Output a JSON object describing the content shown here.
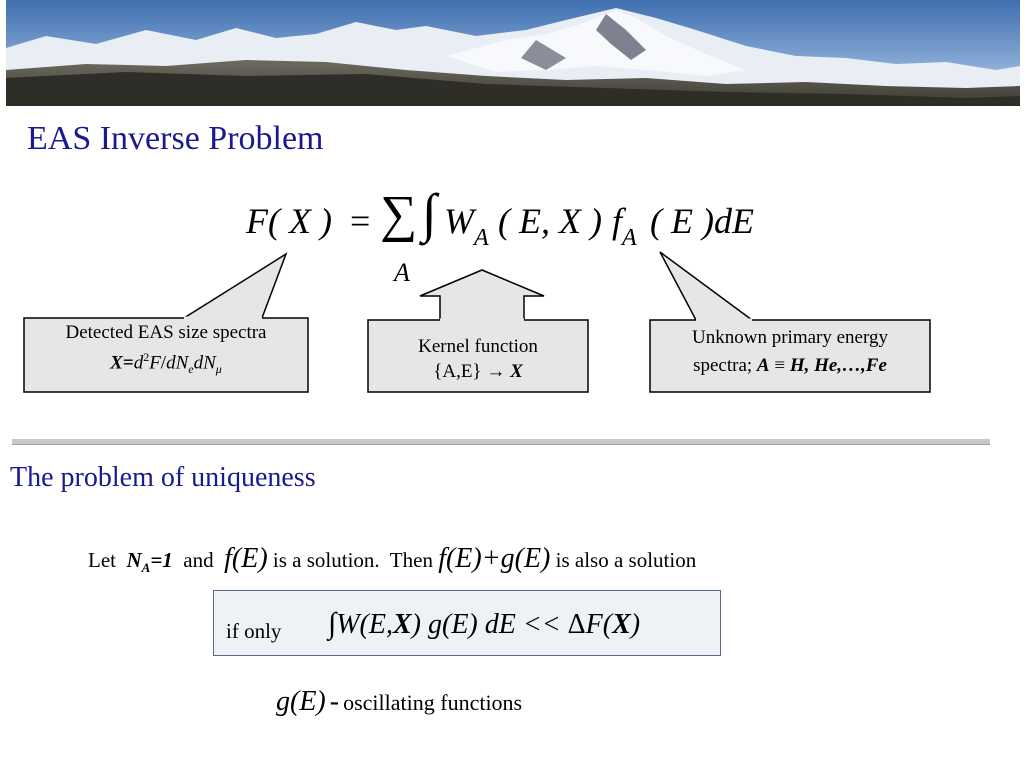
{
  "slide": {
    "title": "EAS Inverse Problem",
    "section_title": "The problem of uniqueness"
  },
  "formula": {
    "lhs": "F( X )",
    "equals": "=",
    "sum_symbol": "∑",
    "sum_index": "A",
    "integral": "∫",
    "w": "W",
    "w_sub": "A",
    "w_args": "( E, X )",
    "f": "f",
    "f_sub": "A",
    "f_args": "( E )dE"
  },
  "callouts": {
    "left": {
      "line1": "Detected EAS size spectra",
      "x": "X",
      "eq": "=",
      "d1": "d",
      "sup2": "2",
      "F": "F",
      "slash": "/",
      "dN": "dN",
      "sub_e": "e",
      "dN2": "dN",
      "sub_mu": "μ"
    },
    "middle": {
      "line1": "Kernel function",
      "set": "{A,E}",
      "arrow": "→",
      "x": "X"
    },
    "right": {
      "line1": "Unknown primary energy",
      "prefix": "spectra; ",
      "a": "A",
      "equiv": " ≡ ",
      "list": "H, He,…,Fe"
    }
  },
  "uniqueness": {
    "let": "Let",
    "n": "N",
    "n_sub": "A",
    "n_val": "=1",
    "and": "and",
    "fe": "f(E)",
    "is_solution": "is a solution.",
    "then": "Then",
    "fe_plus_ge": "f(E)+g(E)",
    "also_solution": "is also a solution",
    "if_only": "if only",
    "integral": "∫",
    "condition_a": "W(E,",
    "condition_x": "X",
    "condition_b": ") g(E) dE << ",
    "delta": "Δ",
    "condition_c": "F(",
    "condition_x2": "X",
    "condition_d": ")",
    "ge": "g(E)",
    "dash": "-",
    "oscillating": "oscillating functions"
  },
  "colors": {
    "title": "#1a1a8c",
    "box_fill": "#e6e6e6",
    "cond_fill": "#eef1f6"
  }
}
